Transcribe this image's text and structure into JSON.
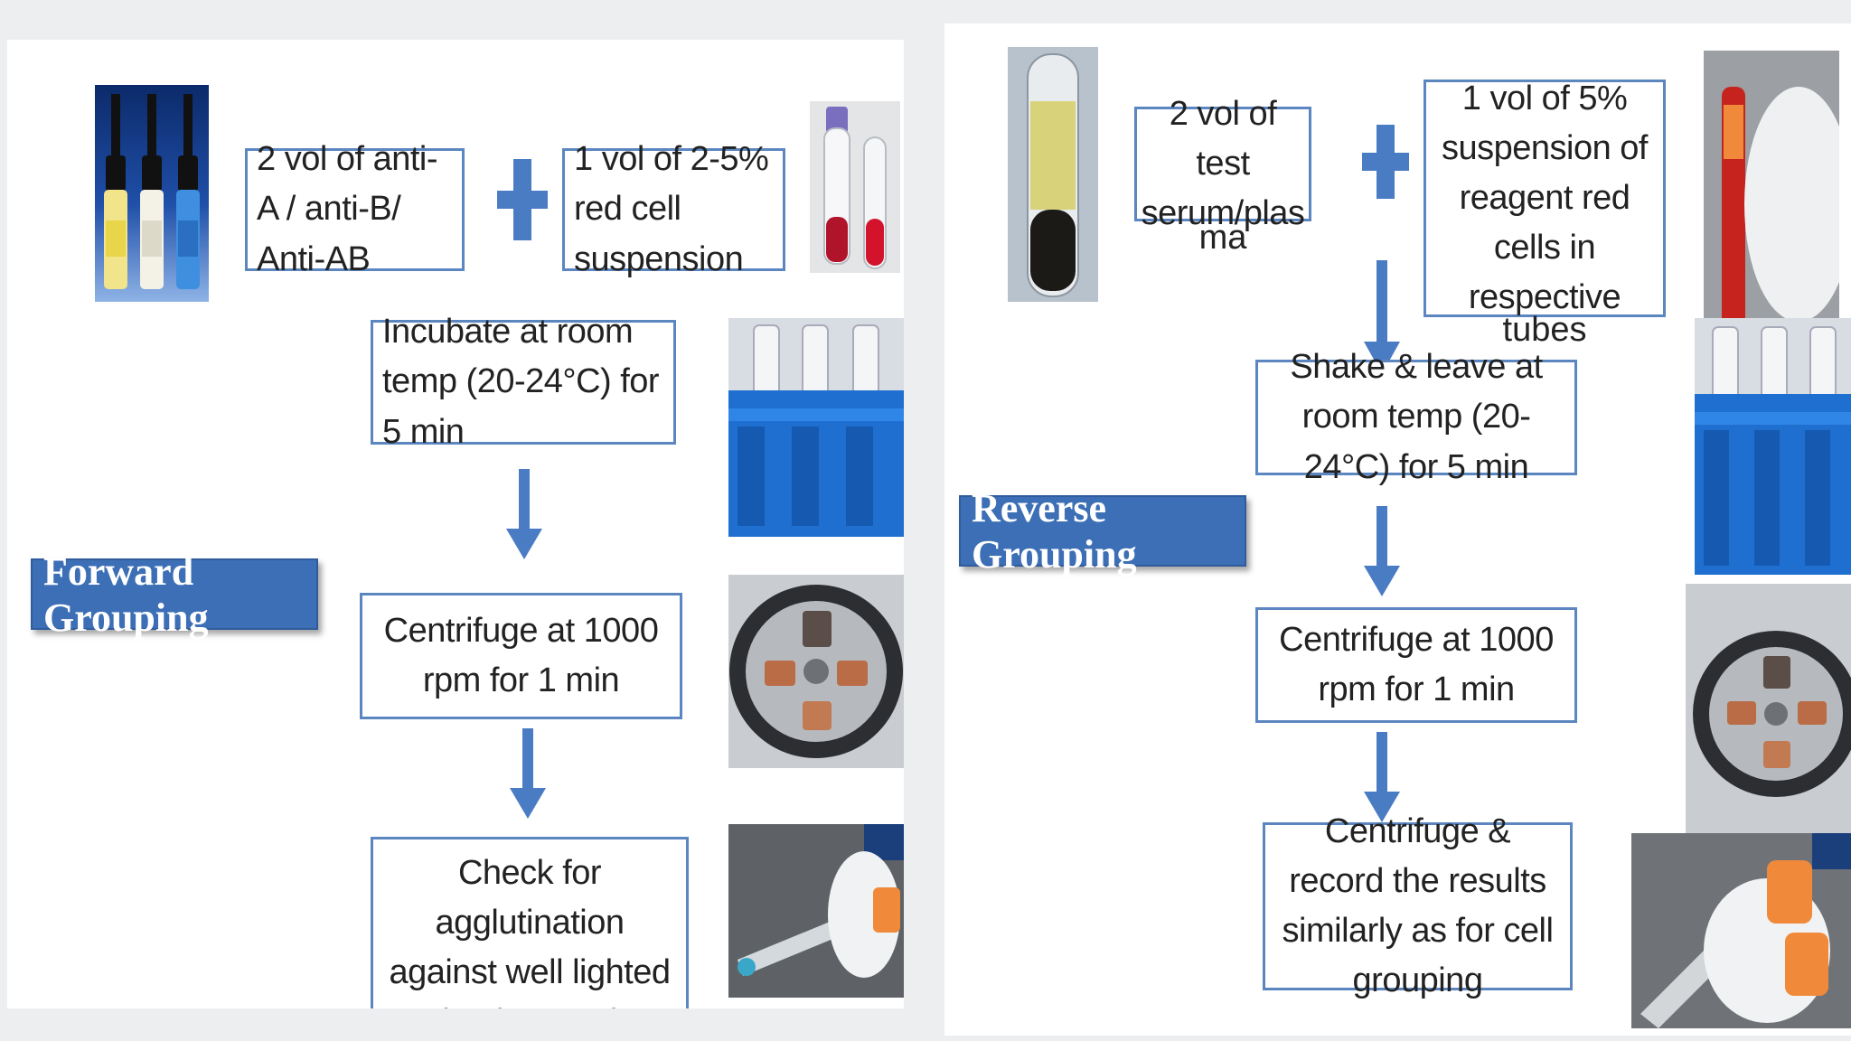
{
  "forward": {
    "title": "Forward Grouping",
    "step1_reagent": "2 vol of anti- A / anti-B/  Anti-AB",
    "step1_cells": "1 vol of 2-5% red cell suspension",
    "step2": "Incubate at room temp (20-24°C) for 5 min",
    "step3": "Centrifuge at 1000 rpm for 1 min",
    "step4": "Check for agglutination against well lighted background"
  },
  "reverse": {
    "title": "Reverse Grouping",
    "step1_serum_box": "2 vol of test serum/plas",
    "step1_serum_tail": "ma",
    "step1_cells_box": "1 vol of 5% suspension of reagent red cells in respective",
    "step1_cells_tail": "tubes",
    "step2": "Shake & leave at room temp (20-24°C) for 5 min",
    "step3": "Centrifuge at 1000 rpm for 1 min",
    "step4": "Centrifuge & record the results similarly as for cell grouping"
  },
  "colors": {
    "accent": "#3c6fb5",
    "box_border": "#5b86c0",
    "arrow": "#4a7cc4"
  },
  "icons": [
    "plus-icon",
    "down-arrow-icon"
  ]
}
